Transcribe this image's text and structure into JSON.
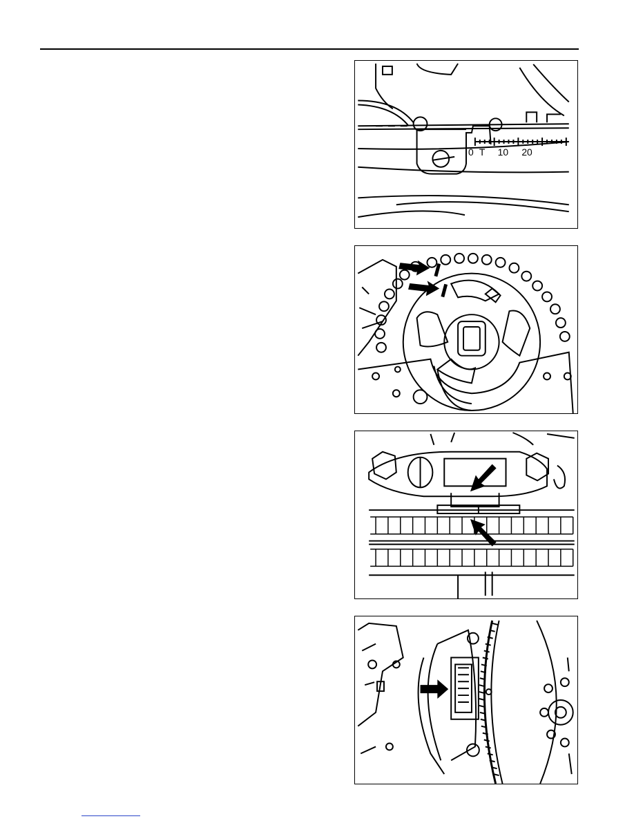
{
  "figures": [
    {
      "name": "timing-mark-scale",
      "scale_labels": [
        "0",
        "T",
        "10",
        "20"
      ]
    },
    {
      "name": "camshaft-sprocket-chain-marks"
    },
    {
      "name": "timing-chain-tensioner-marks"
    },
    {
      "name": "flywheel-ring-gear-holder"
    }
  ],
  "footer": {
    "link_color": "#2a45c8"
  }
}
